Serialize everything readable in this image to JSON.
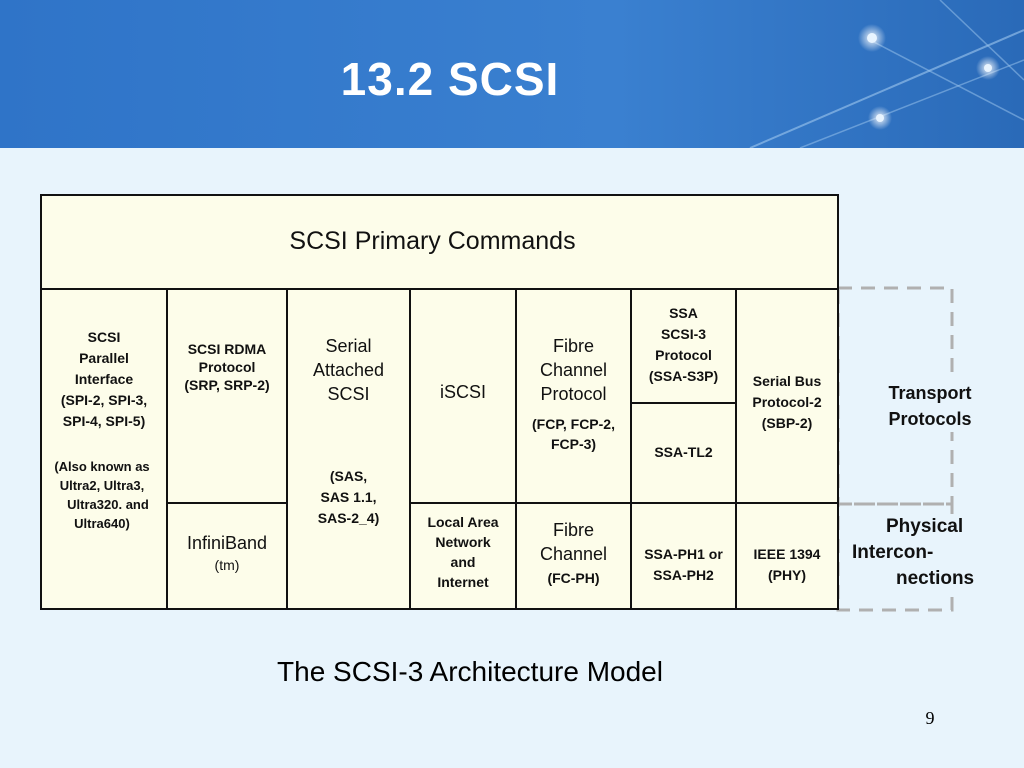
{
  "title": "13.2 SCSI",
  "primary": "SCSI Primary Commands",
  "cols": {
    "parallel": [
      "SCSI",
      "Parallel",
      "Interface",
      "(SPI-2, SPI-3,",
      "SPI-4, SPI-5)"
    ],
    "also_known": [
      "(Also known as",
      "Ultra2, Ultra3,",
      "Ultra320. and",
      "Ultra640)"
    ],
    "srp": [
      "SCSI RDMA",
      "Protocol",
      "(SRP, SRP-2)"
    ],
    "infiniband": [
      "InfiniBand",
      "(tm)"
    ],
    "sas": [
      "Serial",
      "Attached",
      "SCSI"
    ],
    "sas_versions": [
      "(SAS,",
      "SAS 1.1,",
      "SAS-2_4)"
    ],
    "iscsi": "iSCSI",
    "lan": [
      "Local Area",
      "Network",
      "and",
      "Internet"
    ],
    "fcp": [
      "Fibre",
      "Channel",
      "Protocol"
    ],
    "fcp_versions": [
      "(FCP, FCP-2,",
      "FCP-3)"
    ],
    "fcph": [
      "Fibre",
      "Channel",
      "(FC-PH)"
    ],
    "ssa": [
      "SSA",
      "SCSI-3",
      "Protocol",
      "(SSA-S3P)"
    ],
    "ssa_tl2": "SSA-TL2",
    "ssa_ph": [
      "SSA-PH1 or",
      "SSA-PH2"
    ],
    "sbp": [
      "Serial Bus",
      "Protocol-2",
      "(SBP-2)"
    ],
    "ieee": [
      "IEEE 1394",
      "(PHY)"
    ]
  },
  "side": {
    "transport": [
      "Transport",
      "Protocols"
    ],
    "physical": [
      "Physical",
      "Intercon-",
      "nections"
    ]
  },
  "caption": "The SCSI-3 Architecture Model",
  "page_number": "9"
}
